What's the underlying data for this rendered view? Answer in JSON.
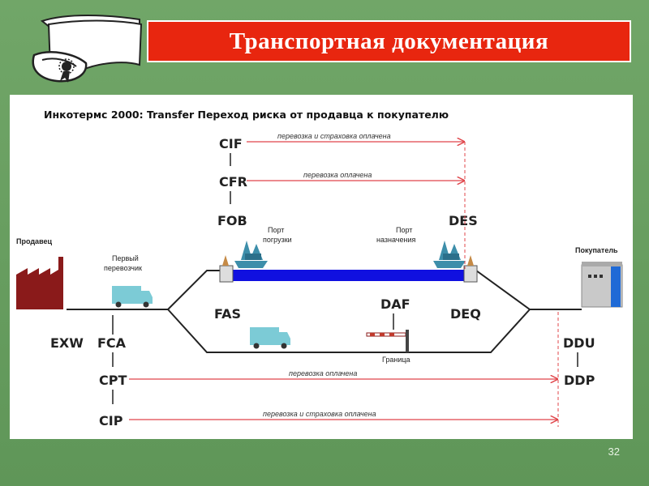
{
  "slide": {
    "title": "Транспортная документация",
    "page_number": "32"
  },
  "diagram": {
    "heading": "Инкотермс 2000: Transfer Переход риска от продавца к покупателю",
    "parties": {
      "seller": "Продавец",
      "first_carrier_line1": "Первый",
      "first_carrier_line2": "перевозчик",
      "buyer": "Покупатель"
    },
    "ports": {
      "loading_line1": "Порт",
      "loading_line2": "погрузки",
      "destination_line1": "Порт",
      "destination_line2": "назначения"
    },
    "border_label": "Граница",
    "terms": {
      "cif": "CIF",
      "cfr": "CFR",
      "fob": "FOB",
      "fas": "FAS",
      "daf": "DAF",
      "des": "DES",
      "deq": "DEQ",
      "exw": "EXW",
      "fca": "FCA",
      "cpt": "CPT",
      "cip": "CIP",
      "ddu": "DDU",
      "ddp": "DDP"
    },
    "arrows": {
      "cif_top": "перевозка и страховка оплачена",
      "cfr_top": "перевозка оплачена",
      "cpt_bottom": "перевозка оплачена",
      "cip_bottom": "перевозка и страховка оплачена"
    },
    "colors": {
      "arrow": "#e0454a",
      "sea": "#1010e0",
      "factory": "#8a1a1a",
      "truck": "#7ccbd6",
      "ship": "#3d8eaa"
    }
  }
}
